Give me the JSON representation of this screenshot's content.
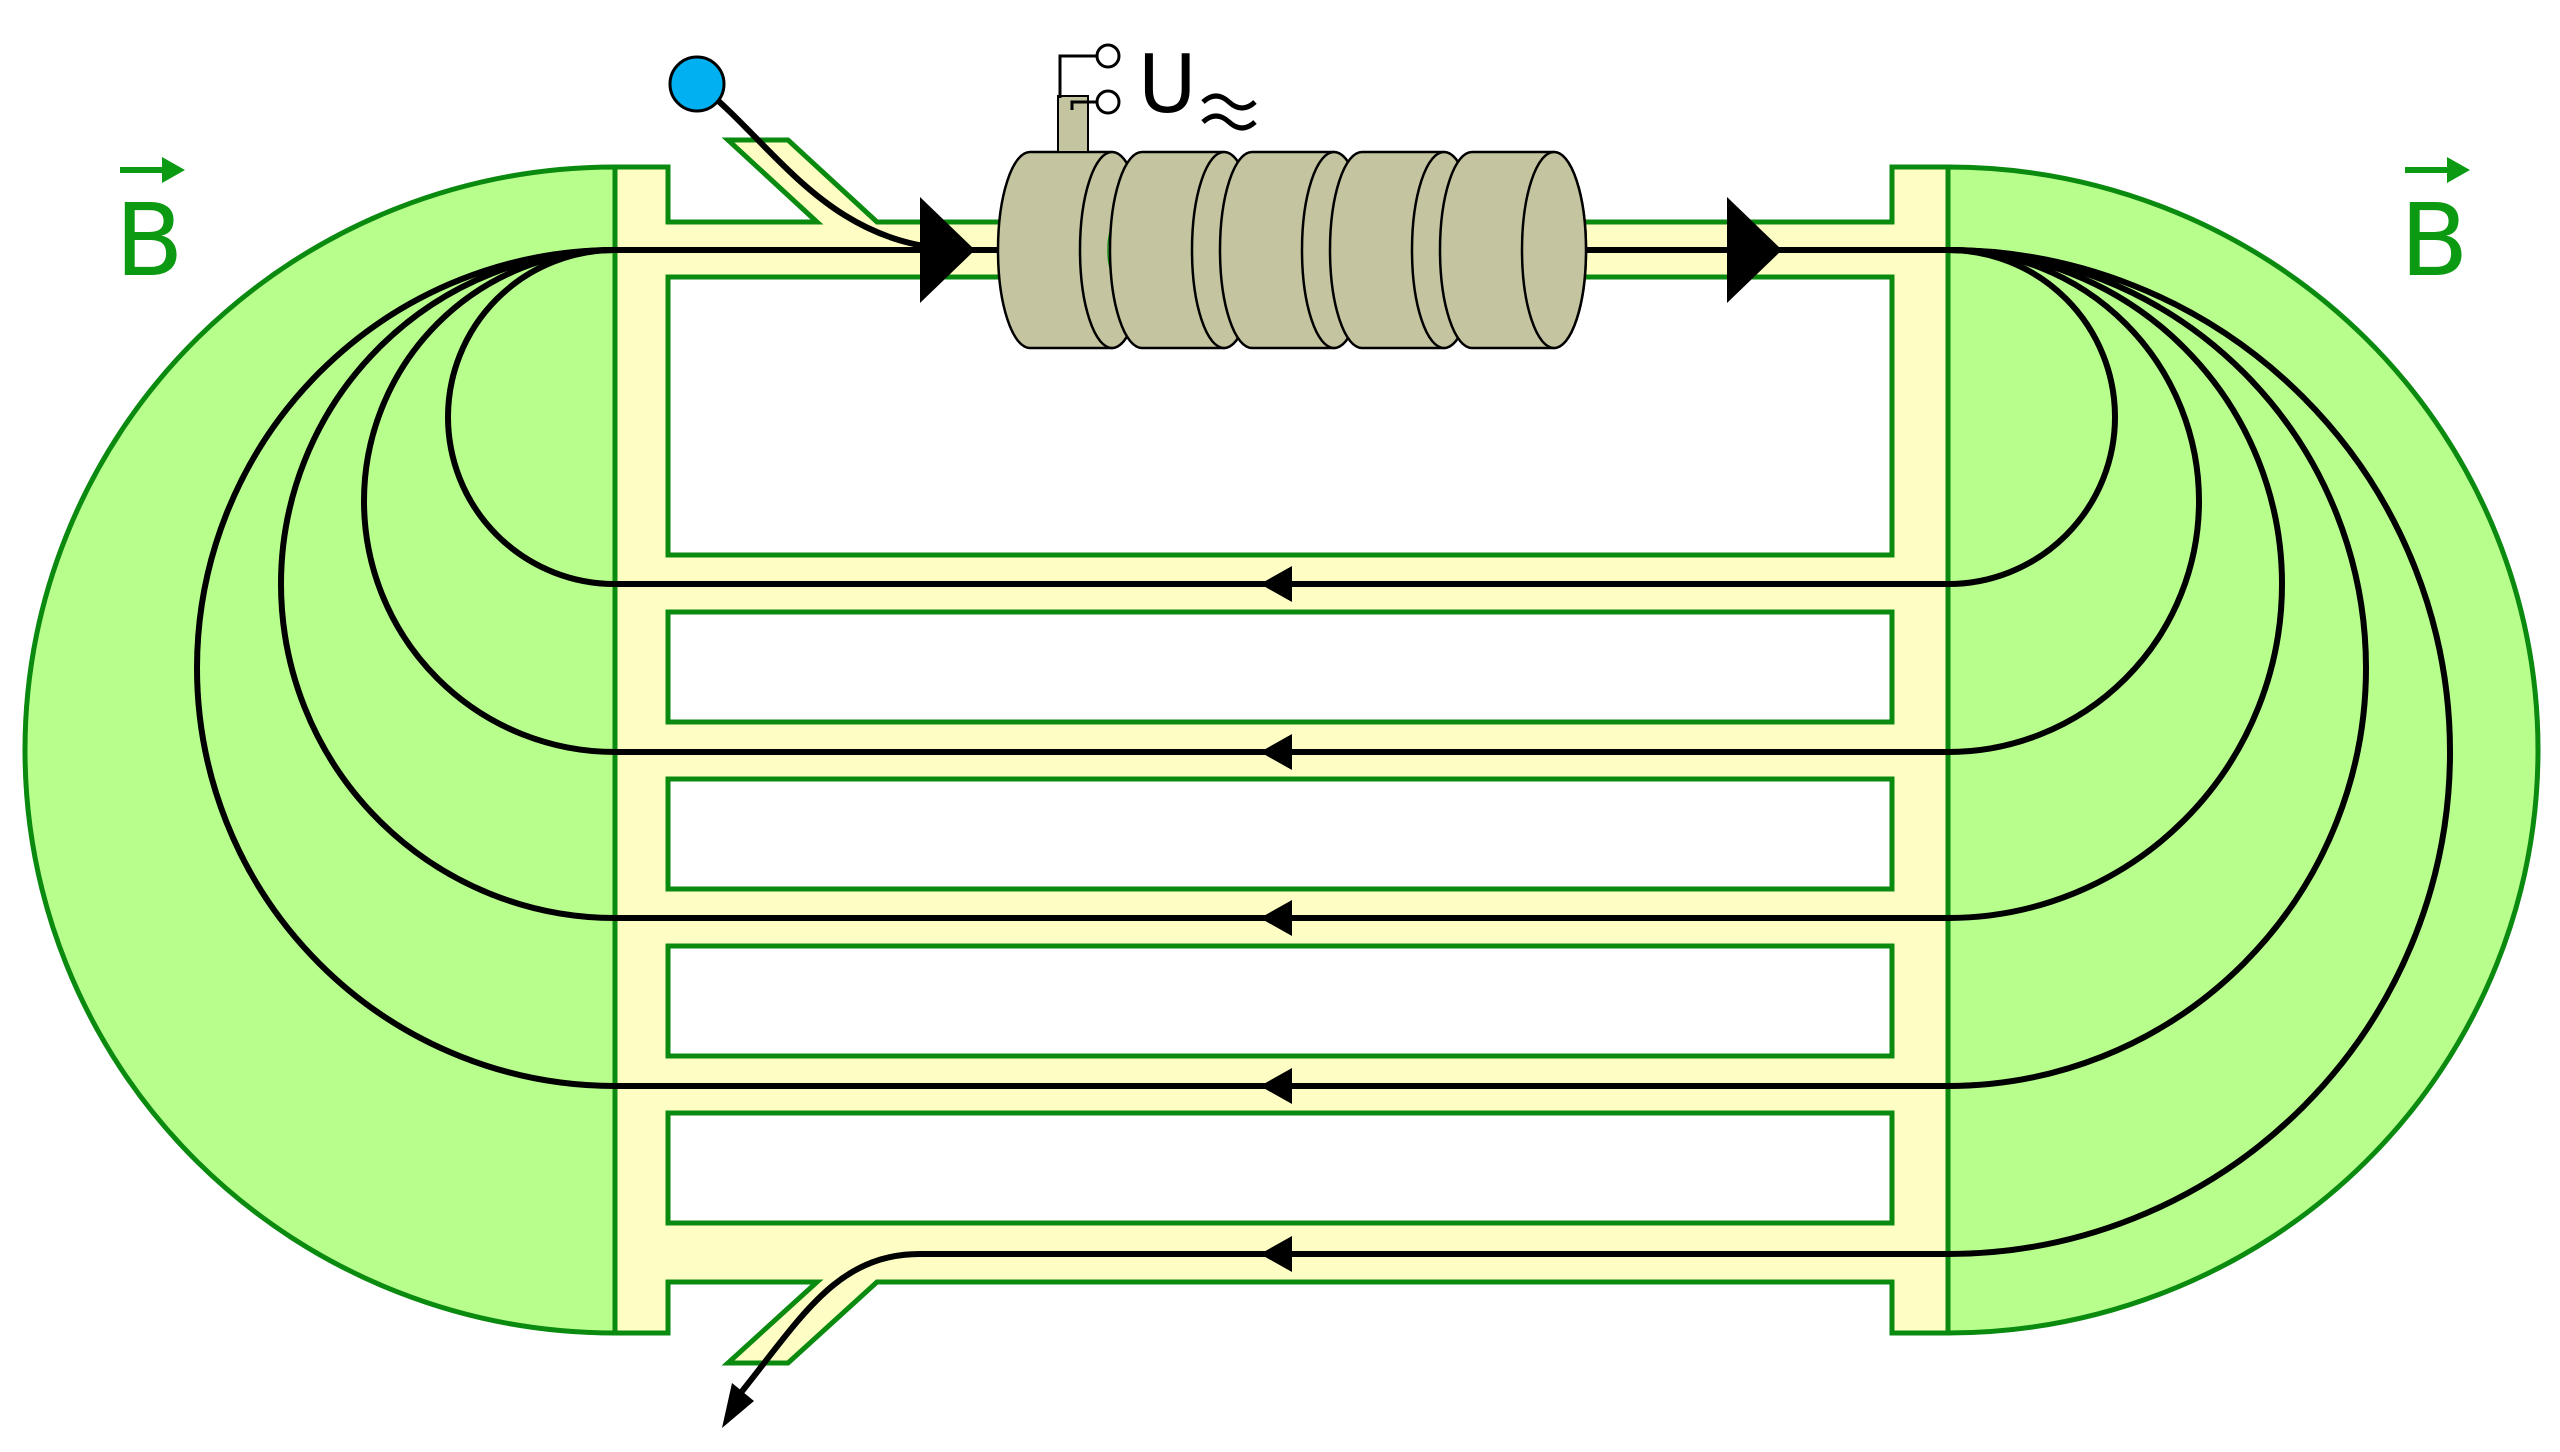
{
  "labels": {
    "field_left": "B",
    "field_right": "B",
    "voltage": "U"
  },
  "colors": {
    "field": "#b8fe8c",
    "field_edge": "#0b8a10",
    "label_green": "#0c9a12",
    "chamber": "#fefec4",
    "beam": "#000000",
    "cavity": "#c4c4a0",
    "source": "#00b0f0"
  },
  "icons": {
    "source": "particle-source-icon",
    "terminals": "voltage-terminal-icon",
    "arrows": "beam-direction-arrow-icon"
  }
}
